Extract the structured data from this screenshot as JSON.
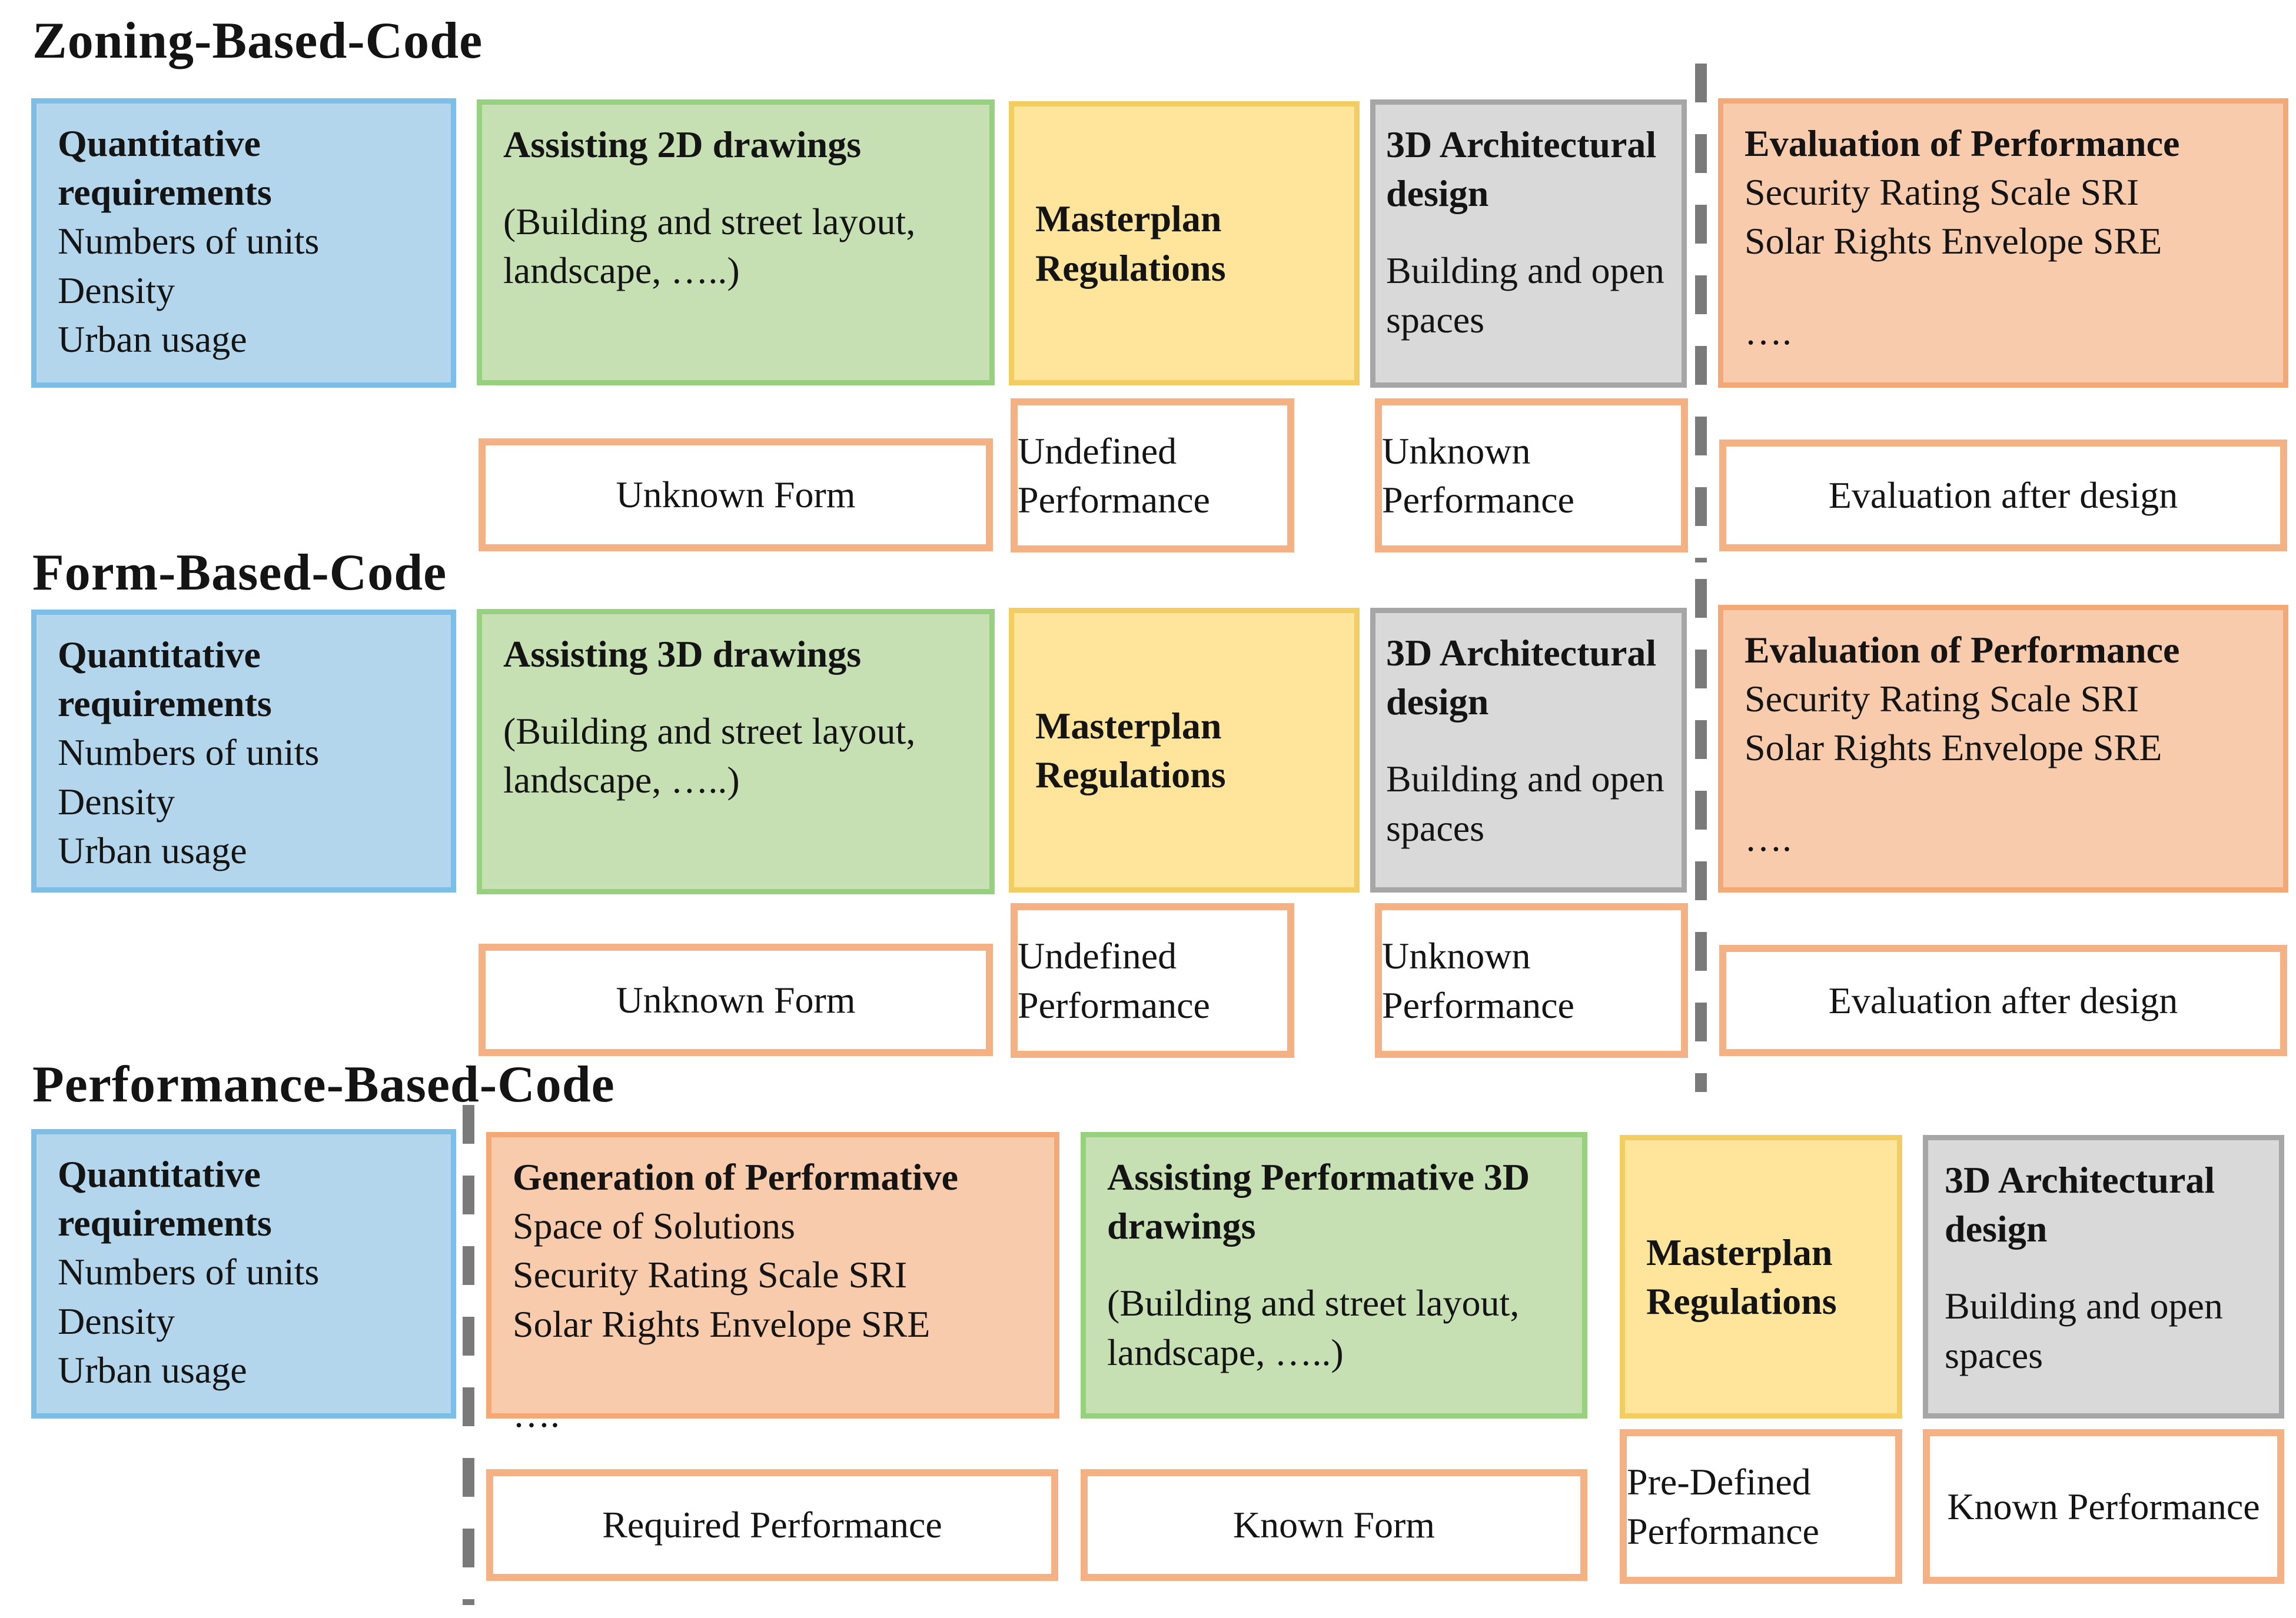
{
  "colors": {
    "blue_fill": "#B4D6EC",
    "blue_border": "#7CBEE6",
    "green_fill": "#C6E0B4",
    "green_border": "#97D07F",
    "yellow_fill": "#FFE49C",
    "yellow_border": "#F2CE62",
    "gray_fill": "#D9D9D9",
    "gray_border": "#A6A6A6",
    "orange_fill": "#F8CBAD",
    "orange_border": "#F4A875",
    "annotation_border": "#F4B183",
    "dashed_line": "#7A7A7A",
    "text": "#141414"
  },
  "sections": [
    {
      "title": "Zoning-Based-Code",
      "quantitative": {
        "heading": "Quantitative requirements",
        "lines": [
          "Numbers of units",
          "Density",
          "Urban usage"
        ]
      },
      "drawings": {
        "heading": "Assisting 2D drawings",
        "body": "(Building and street layout, landscape, …..)"
      },
      "masterplan": {
        "heading": "Masterplan Regulations"
      },
      "architectural": {
        "heading": "3D Architectural design",
        "body": "Building and open spaces"
      },
      "evaluation": {
        "heading": "Evaluation of Performance",
        "lines": [
          "Security Rating Scale SRI",
          "Solar Rights Envelope SRE"
        ],
        "dots": "…."
      },
      "annotations": {
        "form": "Unknown Form",
        "undefined_performance": "Undefined Performance",
        "unknown_performance": "Unknown Performance",
        "evaluation": "Evaluation after design"
      }
    },
    {
      "title": "Form-Based-Code",
      "quantitative": {
        "heading": "Quantitative requirements",
        "lines": [
          "Numbers of units",
          "Density",
          "Urban usage"
        ]
      },
      "drawings": {
        "heading": "Assisting 3D drawings",
        "body": "(Building and street layout, landscape, …..)"
      },
      "masterplan": {
        "heading": "Masterplan Regulations"
      },
      "architectural": {
        "heading": "3D Architectural design",
        "body": "Building and open spaces"
      },
      "evaluation": {
        "heading": "Evaluation of Performance",
        "lines": [
          "Security Rating Scale SRI",
          "Solar Rights Envelope SRE"
        ],
        "dots": "…."
      },
      "annotations": {
        "form": "Unknown Form",
        "undefined_performance": "Undefined Performance",
        "unknown_performance": "Unknown Performance",
        "evaluation": "Evaluation after design"
      }
    },
    {
      "title": "Performance-Based-Code",
      "quantitative": {
        "heading": "Quantitative requirements",
        "lines": [
          "Numbers of units",
          "Density",
          "Urban usage"
        ]
      },
      "generation": {
        "heading": "Generation of Performative",
        "lines": [
          "Space of Solutions",
          "Security Rating Scale SRI",
          "Solar Rights Envelope SRE"
        ],
        "dots": "…."
      },
      "drawings": {
        "heading": "Assisting Performative 3D drawings",
        "body": "(Building and street layout, landscape, …..)"
      },
      "masterplan": {
        "heading": "Masterplan Regulations"
      },
      "architectural": {
        "heading": "3D Architectural design",
        "body": "Building and open spaces"
      },
      "annotations": {
        "required_performance": "Required Performance",
        "form": "Known Form",
        "predefined_performance": "Pre-Defined Performance",
        "known_performance": "Known Performance"
      }
    }
  ]
}
